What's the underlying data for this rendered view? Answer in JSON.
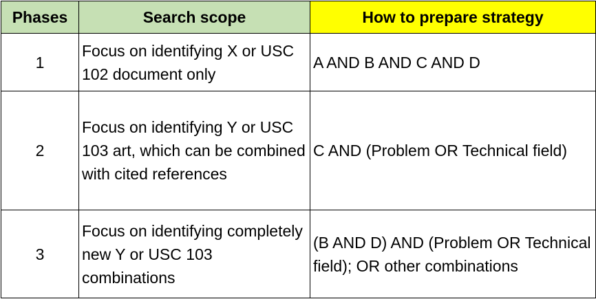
{
  "table": {
    "headers": {
      "phases": "Phases",
      "search_scope": "Search scope",
      "strategy": "How to prepare strategy"
    },
    "rows": [
      {
        "phase": "1",
        "scope": "Focus on identifying X or USC 102 document only",
        "strategy": "A AND B AND C AND D"
      },
      {
        "phase": "2",
        "scope": "Focus on identifying Y or USC 103 art, which can be combined with cited references",
        "strategy": "C AND (Problem OR Technical field)"
      },
      {
        "phase": "3",
        "scope": "Focus on identifying completely new Y or USC 103 combinations",
        "strategy": "(B AND D) AND (Problem OR Technical field); OR other combinations"
      }
    ],
    "colors": {
      "header_green": "#c6e0b4",
      "header_yellow": "#ffff00",
      "border": "#000000"
    }
  }
}
